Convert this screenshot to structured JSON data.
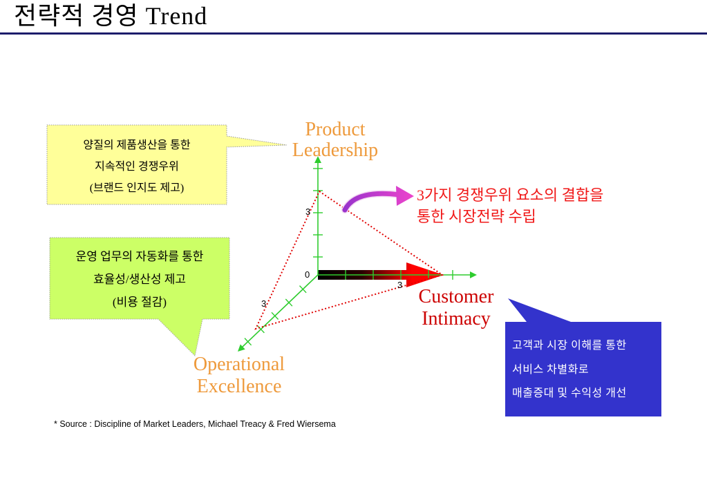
{
  "slide": {
    "title": "전략적 경영 Trend"
  },
  "diagram": {
    "axis_labels": {
      "product": [
        "Product",
        "Leadership"
      ],
      "customer": [
        "Customer",
        "Intimacy"
      ],
      "operational": [
        "Operational",
        "Excellence"
      ]
    },
    "scale_labels": {
      "origin": "0",
      "product": "3",
      "customer": "3",
      "operational": "3"
    },
    "strategy_note": [
      "3가지 경쟁우위 요소의 결합을",
      "통한 시장전략 수립"
    ]
  },
  "callouts": {
    "product": [
      "양질의 제품생산을 통한",
      "지속적인 경쟁우위",
      "(브랜드 인지도 제고)"
    ],
    "operational": [
      "운영 업무의 자동화를 통한",
      "효율성/생산성 제고",
      "(비용 절감)"
    ],
    "customer": [
      "고객과 시장 이해를 통한",
      "서비스 차별화로",
      "매출증대 및 수익성 개선"
    ]
  },
  "footnote": "* Source : Discipline of Market Leaders, Michael Treacy & Fred Wiersema",
  "colors": {
    "title_rule": "#1c1c6b",
    "axis": "#2ecc2e",
    "product_label": "#ee9a3c",
    "operational_label": "#ee9a3c",
    "customer_label": "#cc0000",
    "strategy_note": "#f01818",
    "triangle": "#e00000",
    "callout_product": "#ffff99",
    "callout_operational": "#ccff66",
    "callout_customer": "#3333cc",
    "emphasis_arrow": "#ff0000",
    "curved_arrow": "#9933cc"
  }
}
